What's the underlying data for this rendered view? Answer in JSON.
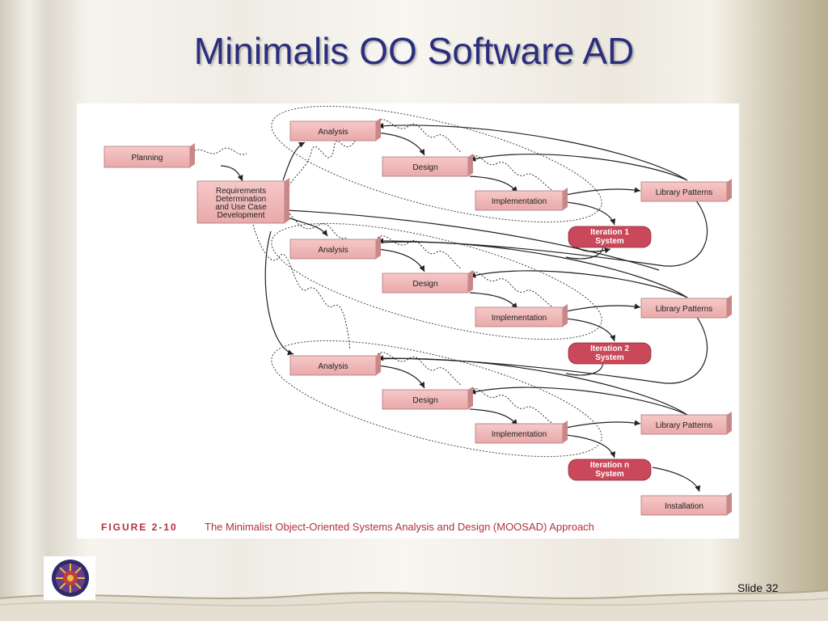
{
  "slide": {
    "title": "Minimalis OO Software AD",
    "slide_number": "Slide 32"
  },
  "figure": {
    "label": "FIGURE 2-10",
    "caption": "The Minimalist Object-Oriented Systems Analysis and Design (MOOSAD) Approach",
    "planning": "Planning",
    "requirements": [
      "Requirements",
      "Determination",
      "and Use Case",
      "Development"
    ],
    "analysis": "Analysis",
    "design": "Design",
    "implementation": "Implementation",
    "library_patterns": "Library Patterns",
    "iterations": [
      [
        "Iteration 1",
        "System"
      ],
      [
        "Iteration 2",
        "System"
      ],
      [
        "Iteration n",
        "System"
      ]
    ],
    "installation": "Installation"
  },
  "colors": {
    "title": "#2b2e7e",
    "box_fill": "#f0b8b8",
    "iteration_fill": "#c9485a",
    "caption": "#b0303f"
  }
}
